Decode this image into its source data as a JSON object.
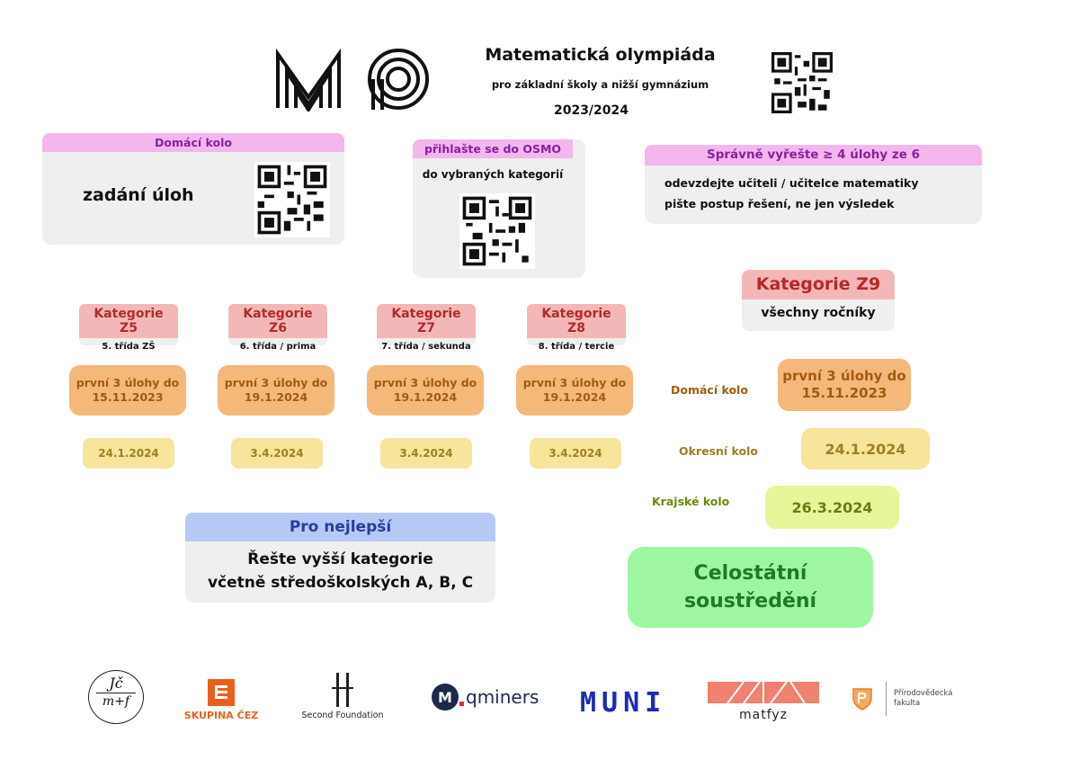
{
  "header": {
    "title": "Matematická olympiáda",
    "subtitle": "pro základní školy a nižší gymnázium",
    "year": "2023/2024",
    "logo_text": "MO"
  },
  "domaci": {
    "header": "Domácí kolo",
    "text": "zadání úloh"
  },
  "osmo": {
    "header": "přihlašte se do OSMO",
    "text": "do vybraných kategorií"
  },
  "solve": {
    "header": "Správně vyřešte ≥ 4 úlohy ze 6",
    "line1": "odevzdejte učiteli / učitelce matematiky",
    "line2": "pište postup  řešení, ne jen výsledek"
  },
  "categories": [
    {
      "title": "Kategorie Z5",
      "sub": "5. třída ZŠ",
      "domaci": "první 3 úlohy do 15.11.2023",
      "okresni": "24.1.2024"
    },
    {
      "title": "Kategorie Z6",
      "sub": "6. třída / prima",
      "domaci": "první 3 úlohy do 19.1.2024",
      "okresni": "3.4.2024"
    },
    {
      "title": "Kategorie Z7",
      "sub": "7. třída / sekunda",
      "domaci": "první 3 úlohy do 19.1.2024",
      "okresni": "3.4.2024"
    },
    {
      "title": "Kategorie Z8",
      "sub": "8. třída / tercie",
      "domaci": "první 3 úlohy do 19.1.2024",
      "okresni": "3.4.2024"
    }
  ],
  "z9": {
    "title": "Kategorie Z9",
    "sub": "všechny ročníky",
    "domaci_label": "Domácí kolo",
    "domaci": "první 3 úlohy do 15.11.2023",
    "okresni_label": "Okresní kolo",
    "okresni": "24.1.2024",
    "krajske_label": "Krajské kolo",
    "krajske": "26.3.2024",
    "celostatni": "Celostátní soustředění"
  },
  "best": {
    "header": "Pro nejlepší",
    "line1": "Řešte vyšší kategorie",
    "line2": "včetně středoškolských A, B, C"
  },
  "sponsors": {
    "jcmf_top": "Jč",
    "jcmf_bottom": "m+f",
    "cez": "SKUPINA ČEZ",
    "second_foundation": "Second Foundation",
    "qminers": "qminers",
    "qminers_badge": "M",
    "muni": "MUNI",
    "matfyz": "matfyz",
    "prf": "Přírodovědecká fakulta"
  },
  "colors": {
    "pink_header": "#f2b7ec",
    "purple_text": "#8a1fa0",
    "red_header": "#f4b7b7",
    "red_text": "#b22a2a",
    "orange": "#f4b97a",
    "yellow": "#f7e59b",
    "lime": "#e8f59a",
    "green": "#9ef7a0",
    "blue_header": "#b6c8f4"
  }
}
